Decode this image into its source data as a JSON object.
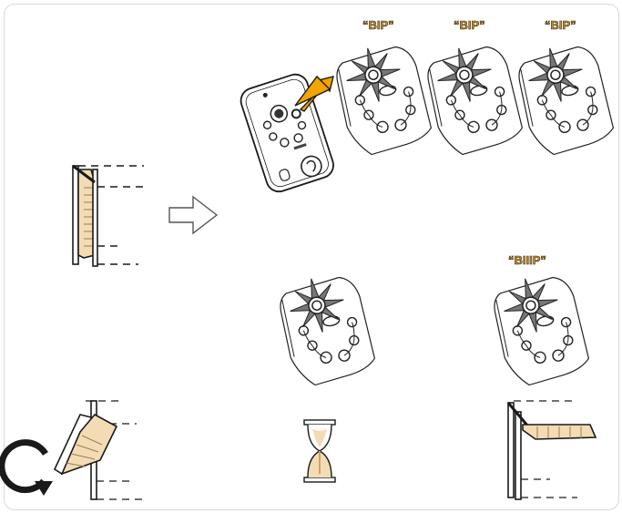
{
  "labels": {
    "bip_1": "“BIP”",
    "bip_2": "“BIP”",
    "bip_3": "“BIP”",
    "biiip": "“BIIIP”"
  },
  "colors": {
    "shutter_fill": "#f3dcb4",
    "accent_arrow": "#f2a400",
    "bip_text": "#c9952e",
    "ink": "#1a1a1a"
  },
  "icons": {
    "step_arrow": "hollow-right-arrow-icon",
    "rotate": "curved-rotate-arrow-icon",
    "wait": "hourglass-icon",
    "press": "press-arrow-icon",
    "feedback": "starburst-icon"
  }
}
